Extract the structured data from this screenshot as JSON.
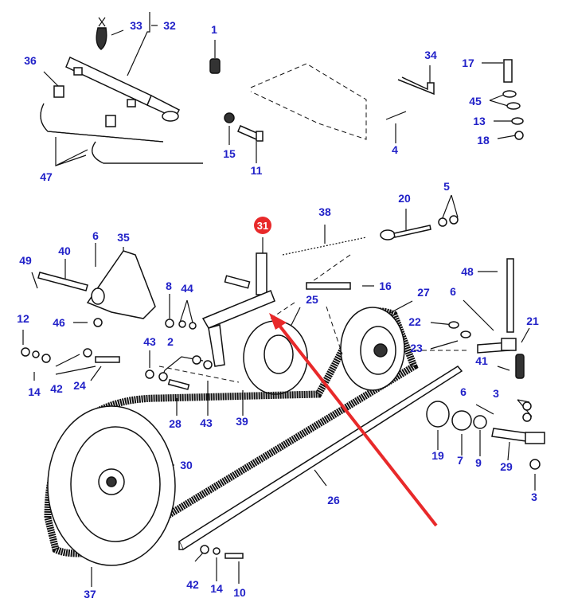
{
  "diagram": {
    "title": "Belt tensioner assembly exploded parts diagram",
    "label_color": "#2121c8",
    "highlight_color": "#e8292a",
    "pointer_color": "#e8292a",
    "highlighted_part": "31",
    "labels": [
      {
        "id": "33",
        "text": "33"
      },
      {
        "id": "32",
        "text": "32"
      },
      {
        "id": "1",
        "text": "1"
      },
      {
        "id": "34",
        "text": "34"
      },
      {
        "id": "17",
        "text": "17"
      },
      {
        "id": "36",
        "text": "36"
      },
      {
        "id": "45",
        "text": "45"
      },
      {
        "id": "13",
        "text": "13"
      },
      {
        "id": "18",
        "text": "18"
      },
      {
        "id": "15",
        "text": "15"
      },
      {
        "id": "11",
        "text": "11"
      },
      {
        "id": "4",
        "text": "4"
      },
      {
        "id": "47",
        "text": "47"
      },
      {
        "id": "20",
        "text": "20"
      },
      {
        "id": "5",
        "text": "5"
      },
      {
        "id": "38",
        "text": "38"
      },
      {
        "id": "31",
        "text": "31"
      },
      {
        "id": "6a",
        "text": "6"
      },
      {
        "id": "35",
        "text": "35"
      },
      {
        "id": "40",
        "text": "40"
      },
      {
        "id": "49",
        "text": "49"
      },
      {
        "id": "48",
        "text": "48"
      },
      {
        "id": "16",
        "text": "16"
      },
      {
        "id": "8",
        "text": "8"
      },
      {
        "id": "44",
        "text": "44"
      },
      {
        "id": "27",
        "text": "27"
      },
      {
        "id": "6b",
        "text": "6"
      },
      {
        "id": "25",
        "text": "25"
      },
      {
        "id": "12",
        "text": "12"
      },
      {
        "id": "46",
        "text": "46"
      },
      {
        "id": "22",
        "text": "22"
      },
      {
        "id": "21",
        "text": "21"
      },
      {
        "id": "43a",
        "text": "43"
      },
      {
        "id": "2",
        "text": "2"
      },
      {
        "id": "23",
        "text": "23"
      },
      {
        "id": "41",
        "text": "41"
      },
      {
        "id": "14a",
        "text": "14"
      },
      {
        "id": "42a",
        "text": "42"
      },
      {
        "id": "24",
        "text": "24"
      },
      {
        "id": "28",
        "text": "28"
      },
      {
        "id": "43b",
        "text": "43"
      },
      {
        "id": "39",
        "text": "39"
      },
      {
        "id": "6c",
        "text": "6"
      },
      {
        "id": "3a",
        "text": "3"
      },
      {
        "id": "19",
        "text": "19"
      },
      {
        "id": "7",
        "text": "7"
      },
      {
        "id": "9",
        "text": "9"
      },
      {
        "id": "29",
        "text": "29"
      },
      {
        "id": "30",
        "text": "30"
      },
      {
        "id": "3b",
        "text": "3"
      },
      {
        "id": "26",
        "text": "26"
      },
      {
        "id": "42b",
        "text": "42"
      },
      {
        "id": "14b",
        "text": "14"
      },
      {
        "id": "10",
        "text": "10"
      },
      {
        "id": "37",
        "text": "37"
      }
    ]
  }
}
